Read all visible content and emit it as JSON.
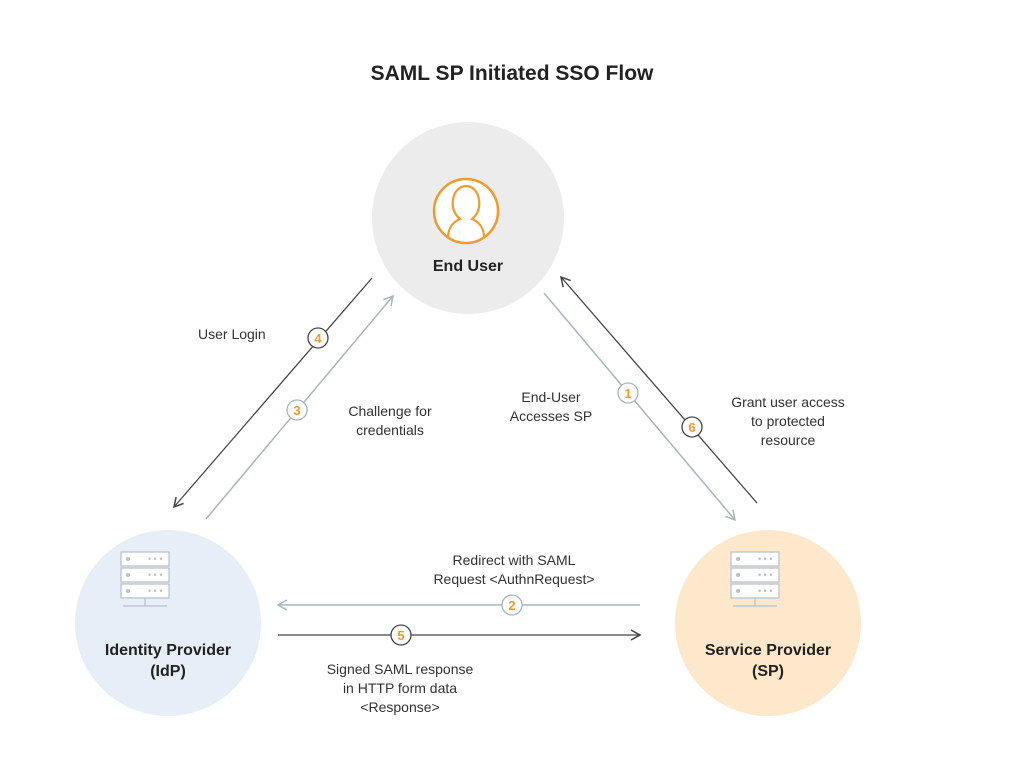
{
  "diagram": {
    "title": "SAML SP Initiated SSO Flow",
    "nodes": {
      "end_user": {
        "label": "End User",
        "icon": "user-icon"
      },
      "idp": {
        "label_line1": "Identity Provider",
        "label_line2": "(IdP)",
        "icon": "server-icon"
      },
      "sp": {
        "label_line1": "Service Provider",
        "label_line2": "(SP)",
        "icon": "server-icon"
      }
    },
    "steps": [
      {
        "number": "1",
        "text_line1": "End-User",
        "text_line2": "Accesses SP",
        "from": "End User",
        "to": "Service Provider (SP)"
      },
      {
        "number": "2",
        "text_line1": "Redirect with SAML",
        "text_line2": "Request <AuthnRequest>",
        "from": "Service Provider (SP)",
        "to": "Identity Provider (IdP)"
      },
      {
        "number": "3",
        "text_line1": "Challenge for",
        "text_line2": "credentials",
        "from": "Identity Provider (IdP)",
        "to": "End User"
      },
      {
        "number": "4",
        "text_line1": "User Login",
        "from": "End User",
        "to": "Identity Provider (IdP)"
      },
      {
        "number": "5",
        "text_line1": "Signed SAML response",
        "text_line2": "in HTTP form data",
        "text_line3": "<Response>",
        "from": "Identity Provider (IdP)",
        "to": "Service Provider (SP)"
      },
      {
        "number": "6",
        "text_line1": "Grant user access",
        "text_line2": "to protected",
        "text_line3": "resource",
        "from": "Service Provider (SP)",
        "to": "End User"
      }
    ],
    "colors": {
      "end_user_bg": "#ececec",
      "idp_bg": "#e6eef7",
      "sp_bg": "#fde8cc",
      "accent_orange": "#f39a2b",
      "arrow_dark": "#444444",
      "arrow_light": "#a9b4bf"
    }
  }
}
